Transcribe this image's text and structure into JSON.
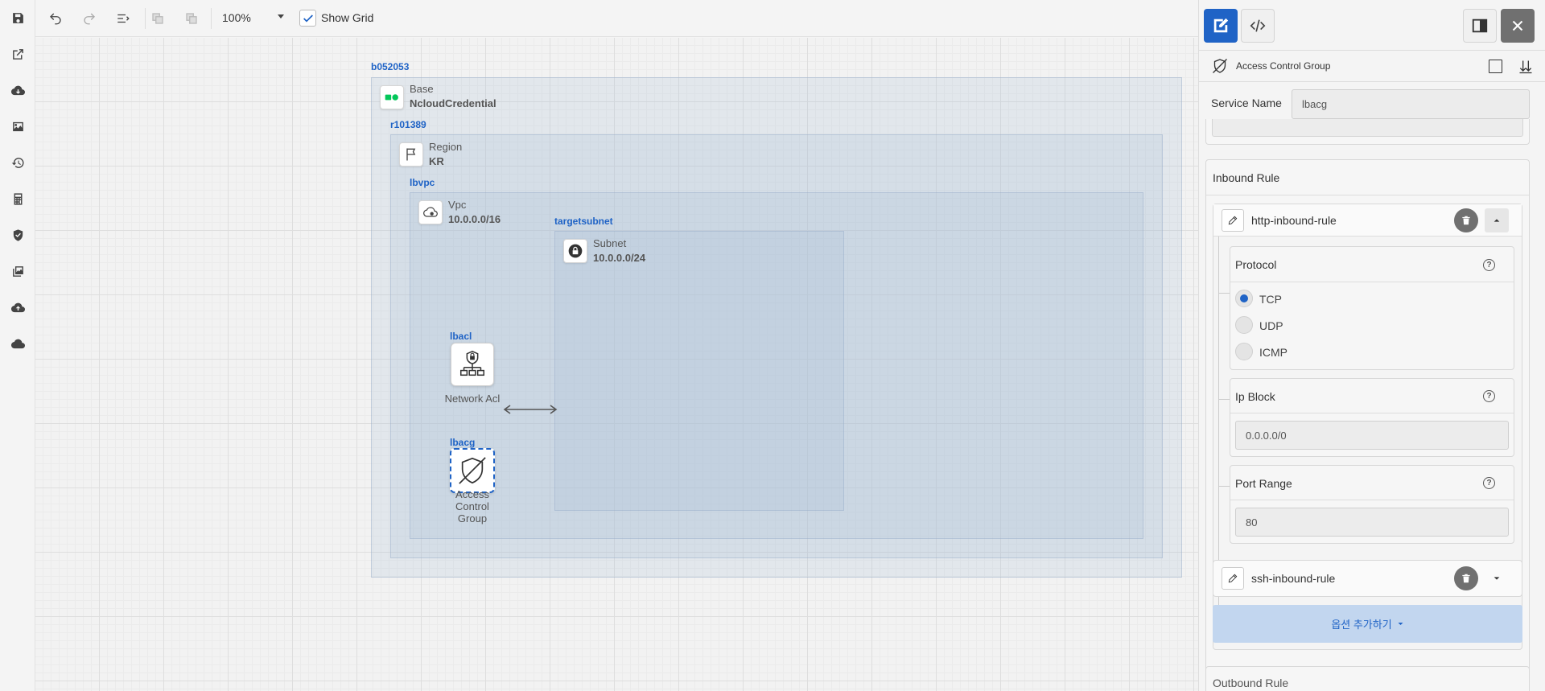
{
  "toolbar": {
    "zoom": "100%",
    "show_grid_label": "Show Grid",
    "show_grid_checked": true
  },
  "canvas": {
    "groups": {
      "credential": {
        "id": "b052053",
        "type": "Base",
        "value": "NcloudCredential"
      },
      "region": {
        "id": "r101389",
        "type": "Region",
        "value": "KR"
      },
      "vpc": {
        "id": "lbvpc",
        "type": "Vpc",
        "value": "10.0.0.0/16"
      },
      "subnet": {
        "id": "targetsubnet",
        "type": "Subnet",
        "value": "10.0.0.0/24"
      }
    },
    "nodes": {
      "acl": {
        "id": "lbacl",
        "label": "Network Acl"
      },
      "acg": {
        "id": "lbacg",
        "label_lines": [
          "Access",
          "Control",
          "Group"
        ]
      }
    }
  },
  "panel": {
    "header": {
      "resource_type": "Access Control Group"
    },
    "service_name": {
      "label": "Service Name",
      "value": "lbacg"
    },
    "inbound": {
      "title": "Inbound Rule",
      "rules": [
        {
          "name": "http-inbound-rule",
          "protocol": {
            "title": "Protocol",
            "options": [
              "TCP",
              "UDP",
              "ICMP"
            ],
            "selected": "TCP"
          },
          "ip_block": {
            "title": "Ip Block",
            "value": "0.0.0.0/0"
          },
          "port_range": {
            "title": "Port Range",
            "value": "80"
          }
        },
        {
          "name": "ssh-inbound-rule"
        }
      ],
      "add_option_label": "옵션 추가하기"
    },
    "outbound": {
      "title": "Outbound Rule"
    }
  },
  "colors": {
    "accent": "#1f63c6",
    "close_button": "#707070",
    "add_option_bg": "#c2d6ef"
  }
}
